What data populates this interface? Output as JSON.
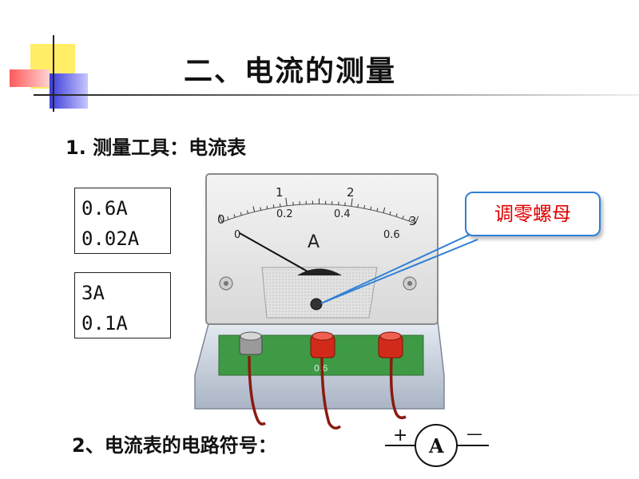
{
  "title": "二、电流的测量",
  "section1": {
    "heading": "1. 测量工具：电流表"
  },
  "ranges": [
    {
      "max": "0.6A",
      "division": "0.02A"
    },
    {
      "max": "3A",
      "division": "0.1A"
    }
  ],
  "callout": {
    "text": "调零螺母"
  },
  "ammeter": {
    "upper_scale": [
      "0",
      "1",
      "2",
      "3"
    ],
    "lower_scale": [
      "0",
      "0.2",
      "0.4",
      "0.6"
    ],
    "unit_letter": "A",
    "terminal_label": "0.6",
    "needle_reading_fraction": 0.0
  },
  "section2": {
    "heading": "2、电流表的电路符号："
  },
  "symbol": {
    "plus": "+",
    "letter": "A",
    "minus": "—"
  },
  "colors": {
    "callout_border": "#2f7fd6",
    "callout_text": "#e00000",
    "terminal_red": "#d22a1a",
    "board_green": "#3f9a45"
  }
}
